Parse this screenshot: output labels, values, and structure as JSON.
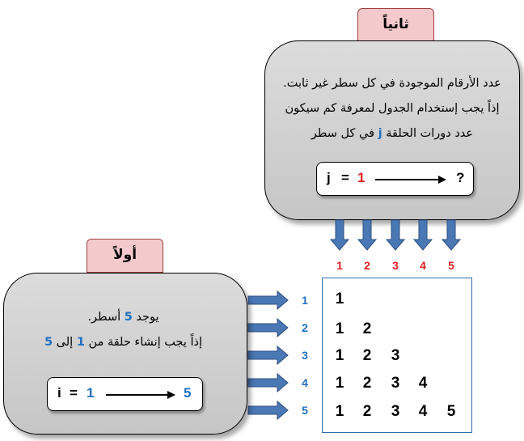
{
  "second_section": {
    "tab_label": "ثانياً",
    "line1": "عدد الأرقام الموجودة في كل سطر غير ثابت.",
    "line2": "إذاً يجب إستخدام الجدول لمعرفة كم سيكون",
    "line3_before": "عدد دورات الحلقة ",
    "line3_var": "j",
    "line3_after": " في كل سطر",
    "formula": {
      "var": "j",
      "eq": "=",
      "start": "1",
      "end": "?"
    }
  },
  "first_section": {
    "tab_label": "أولاً",
    "line1_before": "يوجد ",
    "line1_num": "5",
    "line1_after": " أسطر.",
    "line2_before": "إذاً يجب إنشاء حلقة من ",
    "line2_num1": "1",
    "line2_mid": " إلى ",
    "line2_num2": "5",
    "formula": {
      "var": "i",
      "eq": "=",
      "start": "1",
      "end": "5"
    }
  },
  "column_numbers": [
    "1",
    "2",
    "3",
    "4",
    "5"
  ],
  "row_numbers": [
    "1",
    "2",
    "3",
    "4",
    "5"
  ],
  "grid_rows": [
    [
      "1"
    ],
    [
      "1",
      "2"
    ],
    [
      "1",
      "2",
      "3"
    ],
    [
      "1",
      "2",
      "3",
      "4"
    ],
    [
      "1",
      "2",
      "3",
      "4",
      "5"
    ]
  ],
  "colors": {
    "blue": "#1f6fbf",
    "red": "#e02020",
    "arrow": "#4a78b5",
    "tab": "#f4c9cc"
  }
}
